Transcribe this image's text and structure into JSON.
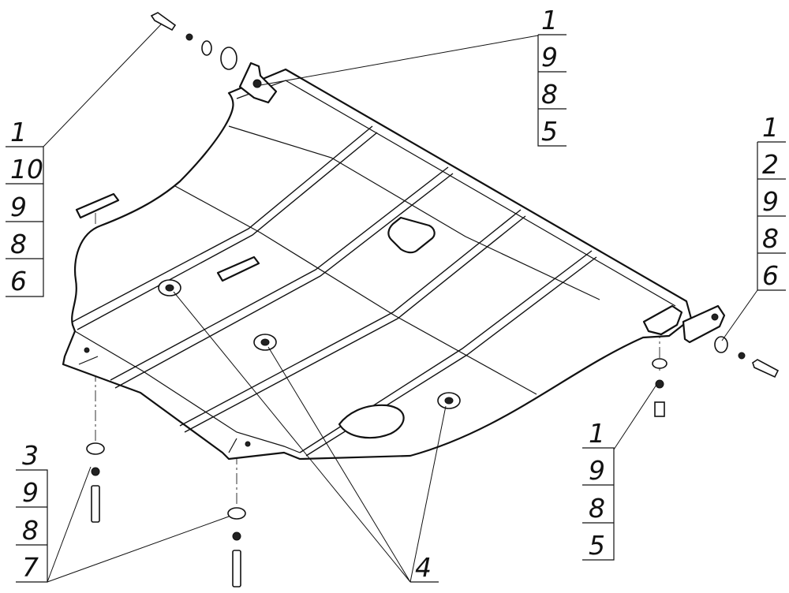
{
  "callouts": [
    {
      "id": "top-center",
      "numbers": [
        "1",
        "9",
        "8",
        "5"
      ]
    },
    {
      "id": "left",
      "numbers": [
        "1",
        "10",
        "9",
        "8",
        "6"
      ]
    },
    {
      "id": "right",
      "numbers": [
        "1",
        "2",
        "9",
        "8",
        "6"
      ]
    },
    {
      "id": "lower-right",
      "numbers": [
        "1",
        "9",
        "8",
        "5"
      ]
    },
    {
      "id": "lower-left",
      "numbers": [
        "3",
        "9",
        "8",
        "7"
      ]
    }
  ],
  "single_labels": {
    "washers": "4"
  }
}
